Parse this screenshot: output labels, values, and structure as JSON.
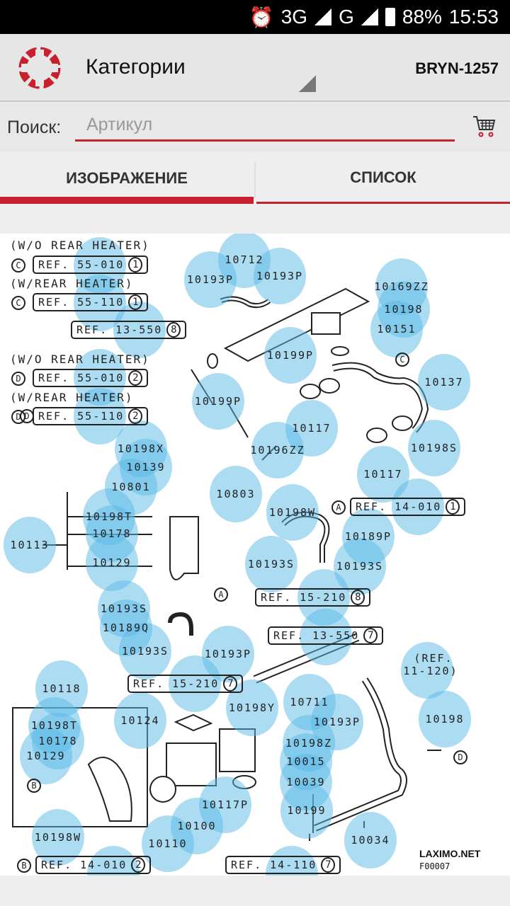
{
  "status_bar": {
    "network1": "3G",
    "network2": "G",
    "battery": "88%",
    "time": "15:53"
  },
  "app_bar": {
    "title": "Категории",
    "vehicle_code": "BRYN-1257"
  },
  "search": {
    "label": "Поиск:",
    "placeholder": "Артикул",
    "value": ""
  },
  "tabs": [
    {
      "label": "ИЗОБРАЖЕНИЕ",
      "active": true
    },
    {
      "label": "СПИСОК",
      "active": false
    }
  ],
  "colors": {
    "accent": "#c8202f",
    "hotspot": "#5ab9e6"
  },
  "diagram": {
    "headers": [
      "(W/O REAR HEATER)",
      "(W/REAR HEATER)",
      "(W/O REAR HEATER)",
      "(W/REAR HEATER)"
    ],
    "refs": [
      {
        "prefix": "C",
        "text": "REF. 55-010",
        "num": "1"
      },
      {
        "prefix": "C",
        "text": "REF. 55-110",
        "num": "1"
      },
      {
        "prefix": "",
        "text": "REF. 13-550",
        "num": "8"
      },
      {
        "prefix": "D",
        "text": "REF. 55-010",
        "num": "2"
      },
      {
        "prefix": "D",
        "text": "REF. 55-110",
        "num": "2"
      },
      {
        "prefix": "A",
        "text": "REF. 14-010",
        "num": "1"
      },
      {
        "prefix": "",
        "text": "REF. 15-210",
        "num": "8"
      },
      {
        "prefix": "",
        "text": "REF. 13-550",
        "num": "7"
      },
      {
        "prefix": "",
        "text": "REF. 15-210",
        "num": "7"
      },
      {
        "prefix": "B",
        "text": "REF. 14-010",
        "num": "2"
      },
      {
        "prefix": "",
        "text": "REF. 14-110",
        "num": "7"
      }
    ],
    "ref_note": [
      "(REF.",
      "11-120)"
    ],
    "arrow_marks": [
      "C",
      "D",
      "A",
      "B",
      "A",
      "B",
      "D"
    ],
    "hotspots": [
      "10712",
      "10193P",
      "10193P",
      "10169ZZ",
      "10198",
      "10151",
      "10199P",
      "10137",
      "10199P",
      "10117",
      "10198S",
      "10196ZZ",
      "10117",
      "10198X",
      "10139",
      "10801",
      "10803",
      "10198W",
      "10198T",
      "10178",
      "10189P",
      "10113",
      "10129",
      "10193S",
      "10193S",
      "10193S",
      "10189Q",
      "10193S",
      "10193P",
      "10118",
      "10711",
      "10193P",
      "10198Y",
      "10124",
      "10198",
      "10198T",
      "10178",
      "10129",
      "10198Z",
      "10015",
      "10039",
      "10117P",
      "10199",
      "10100",
      "10110",
      "10198W",
      "10034"
    ],
    "watermark": "LAXIMO.NET",
    "figure_code": "F00007"
  }
}
